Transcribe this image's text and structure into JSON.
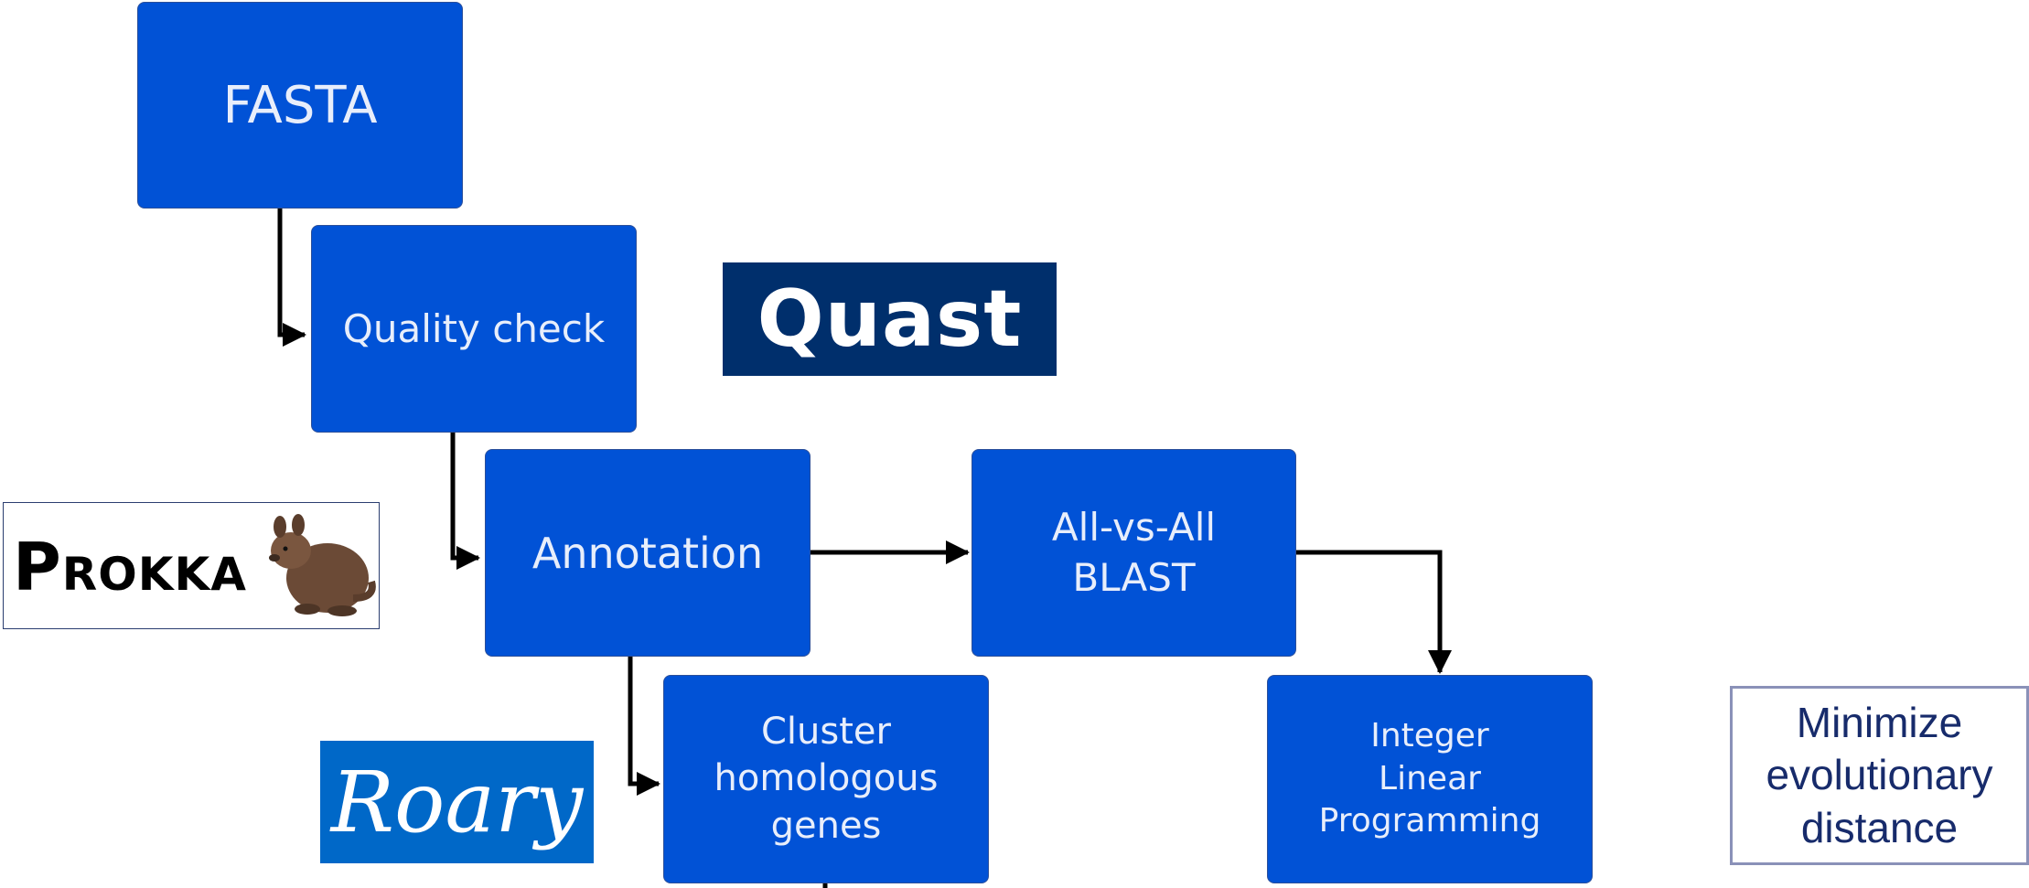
{
  "nodes": {
    "fasta": "FASTA",
    "quality_check": "Quality check",
    "annotation": "Annotation",
    "all_vs_all_blast": "All-vs-All\nBLAST",
    "cluster": "Cluster\nhomologous\ngenes",
    "ilp": "Integer\nLinear\nProgramming"
  },
  "tools": {
    "quast": "Quast",
    "prokka": "PROKKA",
    "roary": "Roary"
  },
  "objective": "Minimize\nevolutionary\ndistance",
  "colors": {
    "node_fill": "#0152d6",
    "node_text": "#e8eefb",
    "quast_bg": "#002f6c",
    "roary_bg": "#0068c8",
    "objective_border": "#8a91b8",
    "objective_text": "#172b6b"
  },
  "icons": {
    "prokka_mascot": "quokka-icon"
  }
}
